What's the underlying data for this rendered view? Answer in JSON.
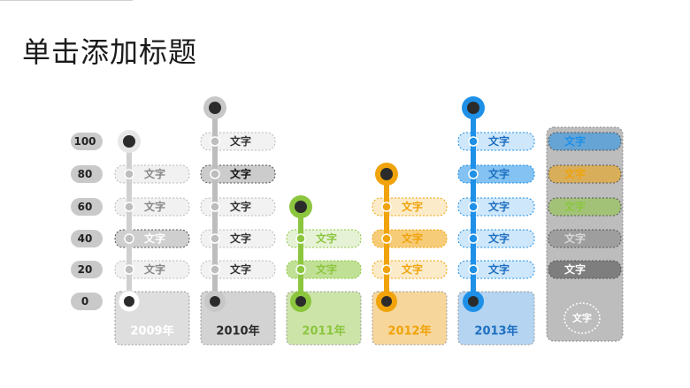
{
  "slide": {
    "title": "单击添加标题"
  },
  "scale": [
    "100",
    "80",
    "60",
    "40",
    "20",
    "0"
  ],
  "colors": {
    "y2009": "#d9d9d9",
    "y2009_dark": "#a6a6a6",
    "y2010": "#bfbfbf",
    "y2010_dark": "#8c8c8c",
    "y2011": "#8cc63f",
    "y2012": "#f0a30a",
    "y2013": "#1e90e8",
    "scale_pill": "#c9c9c9",
    "marker": "#2b2b2b"
  },
  "columns": [
    {
      "year": "2009年",
      "levels": [
        "文字",
        "文字",
        "文字",
        "文字"
      ],
      "dark_level": 2,
      "top_value": 100
    },
    {
      "year": "2010年",
      "levels": [
        "文字",
        "文字",
        "文字",
        "文字",
        "文字"
      ],
      "dark_level": 4,
      "top_value": 120
    },
    {
      "year": "2011年",
      "levels": [
        "文字",
        "文字"
      ],
      "dark_level": 1,
      "top_value": 60
    },
    {
      "year": "2012年",
      "levels": [
        "文字",
        "文字",
        "文字"
      ],
      "dark_level": 2,
      "top_value": 80
    },
    {
      "year": "2013年",
      "levels": [
        "文字",
        "文字",
        "文字",
        "文字",
        "文字"
      ],
      "dark_level": 4,
      "top_value": 120
    }
  ],
  "legend": {
    "items": [
      "文字",
      "文字",
      "文字",
      "文字",
      "文字"
    ],
    "bottom_label": "文字"
  }
}
